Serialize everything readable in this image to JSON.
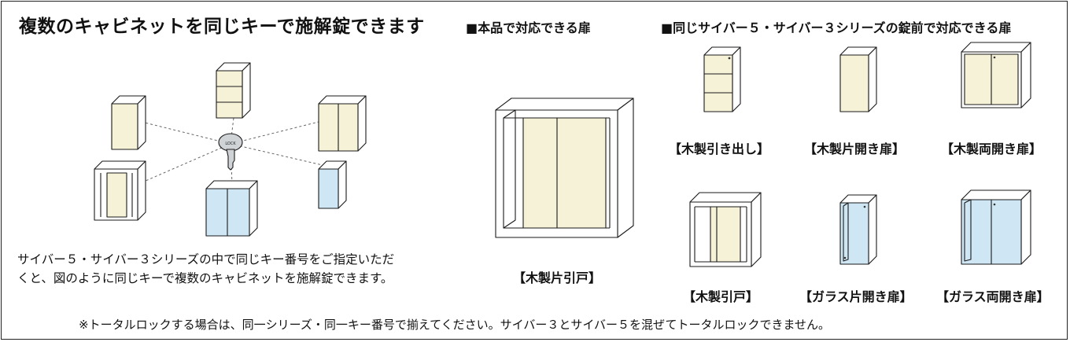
{
  "heading": "複数のキャビネットを同じキーで施解錠できます",
  "left_panel": {
    "description_line1": "サイバー５・サイバー３シリーズの中で同じキー番号をご指定いただ",
    "description_line2": "くと、図のように同じキーで複数のキャビネットを施解錠できます。",
    "key_label": "LOCK"
  },
  "middle_panel": {
    "header": "■本品で対応できる扉",
    "product_label": "【木製片引戸】"
  },
  "right_panel": {
    "header": "■同じサイバー５・サイバー３シリーズの錠前で対応できる扉",
    "items": [
      {
        "label": "【木製引き出し】"
      },
      {
        "label": "【木製片開き扉】"
      },
      {
        "label": "【木製両開き扉】"
      },
      {
        "label": "【木製引戸】"
      },
      {
        "label": "【ガラス片開き扉】"
      },
      {
        "label": "【ガラス両開き扉】"
      }
    ]
  },
  "footnote": "※トータルロックする場合は、同一シリーズ・同一キー番号で揃えてください。サイバー３とサイバー５を混ぜてトータルロックできません。",
  "colors": {
    "wood": "#f6f2d8",
    "glass": "#cfe6f5",
    "white": "#ffffff",
    "line": "#1a1a1a"
  }
}
